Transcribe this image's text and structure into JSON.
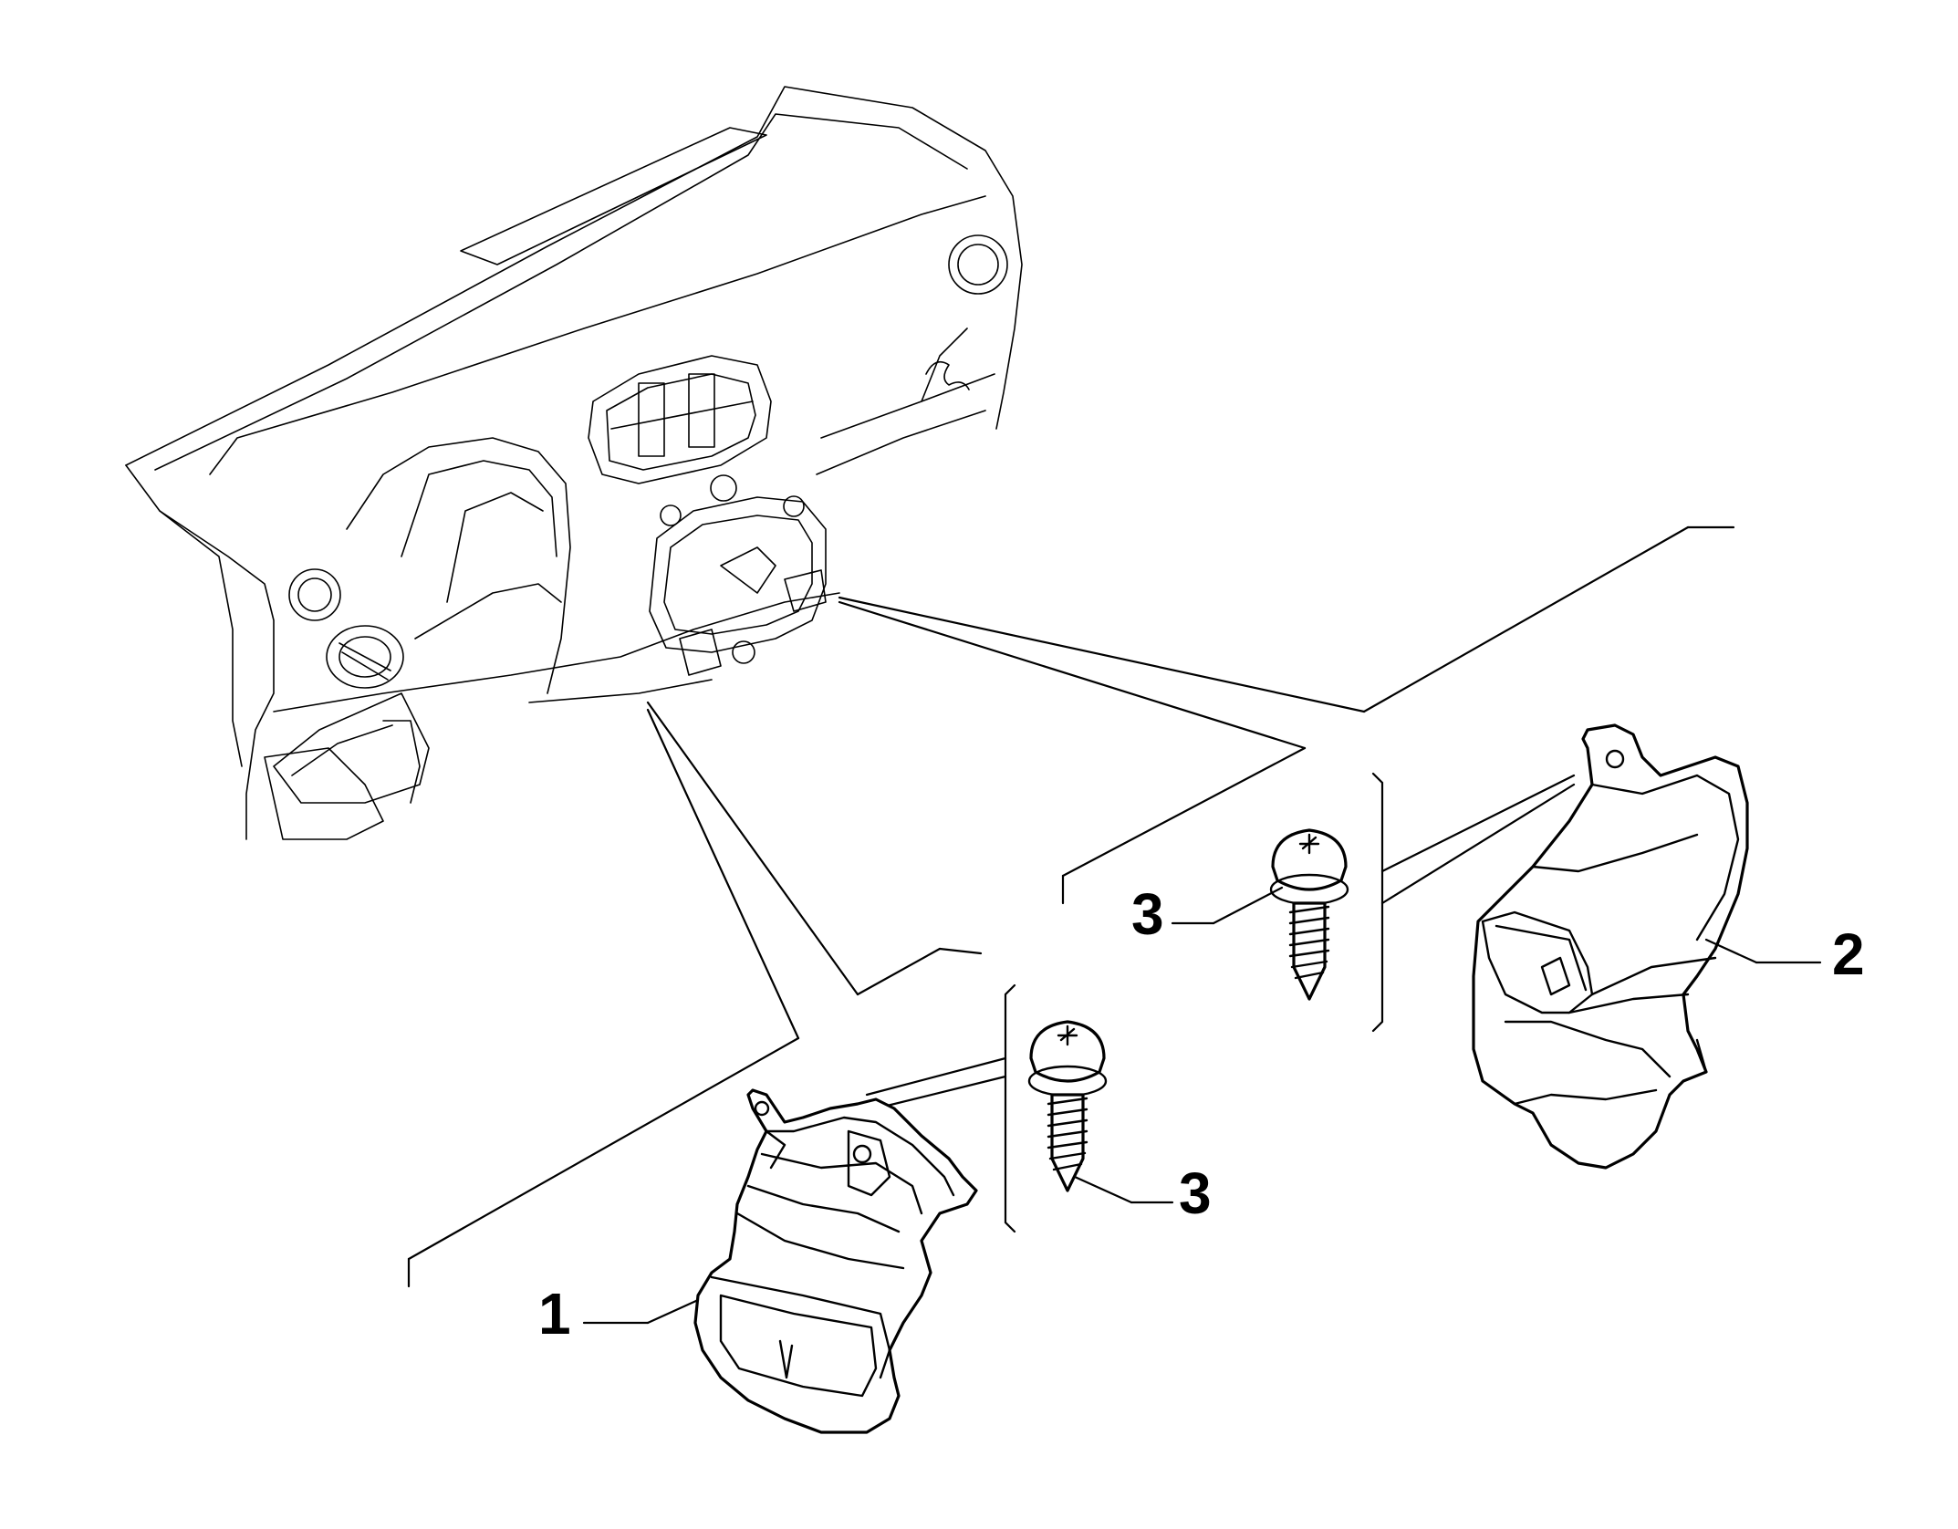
{
  "callouts": {
    "part1": "1",
    "part2": "2",
    "part3_upper": "3",
    "part3_lower": "3"
  },
  "colors": {
    "line": "#000000",
    "background": "#ffffff"
  }
}
